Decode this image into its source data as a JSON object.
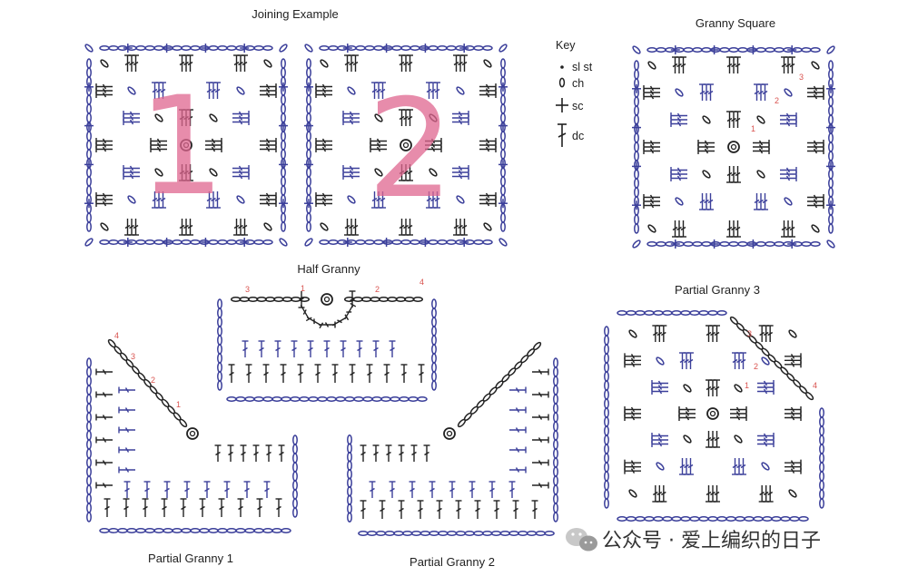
{
  "titles": {
    "joining": "Joining Example",
    "granny_square": "Granny Square",
    "half_granny": "Half Granny",
    "partial_1": "Partial Granny 1",
    "partial_2": "Partial Granny 2",
    "partial_3": "Partial Granny 3"
  },
  "key": {
    "title": "Key",
    "items": [
      {
        "symbol": "dot",
        "label": "sl st"
      },
      {
        "symbol": "oval",
        "label": "ch"
      },
      {
        "symbol": "cross",
        "label": "sc"
      },
      {
        "symbol": "dc-post",
        "label": "dc"
      }
    ]
  },
  "joining_numbers": [
    "1",
    "2"
  ],
  "round_labels": [
    "1",
    "2",
    "3",
    "4"
  ],
  "watermark": {
    "text": "公众号 · 爱上编织的日子",
    "icon": "wechat-icon"
  },
  "colors": {
    "dark_stitch": "#222222",
    "blue_stitch": "#3b3f9a",
    "round_number": "#d9534f",
    "big_number": "#e06690"
  }
}
